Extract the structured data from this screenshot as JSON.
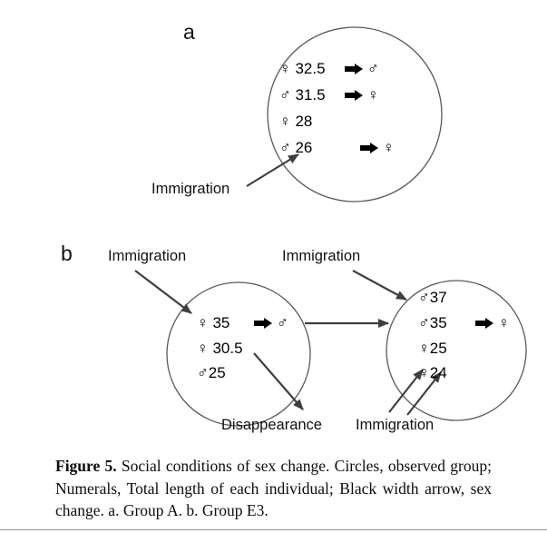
{
  "panel_a": {
    "label": "a",
    "immigration_label": "Immigration",
    "individuals": [
      {
        "text": "♀ 32.5",
        "sex_change": true,
        "new_sex": "♂"
      },
      {
        "text": "♂ 31.5",
        "sex_change": true,
        "new_sex": "♀"
      },
      {
        "text": "♀ 28",
        "sex_change": false,
        "new_sex": ""
      },
      {
        "text": "♂ 26",
        "sex_change": true,
        "new_sex": "♀"
      }
    ]
  },
  "panel_b": {
    "label": "b",
    "immigration_left_label": "Immigration",
    "immigration_right_label": "Immigration",
    "immigration_bottom_label": "Immigration",
    "disappearance_label": "Disappearance",
    "left_group": [
      {
        "text": "♀ 35",
        "sex_change": true,
        "new_sex": "♂"
      },
      {
        "text": "♀ 30.5",
        "sex_change": false,
        "new_sex": ""
      },
      {
        "text": "♂25",
        "sex_change": false,
        "new_sex": ""
      }
    ],
    "right_group": [
      {
        "text": "♂37",
        "sex_change": false,
        "new_sex": ""
      },
      {
        "text": "♂35",
        "sex_change": true,
        "new_sex": "♀"
      },
      {
        "text": "♀25",
        "sex_change": false,
        "new_sex": ""
      },
      {
        "text": "♀24",
        "sex_change": false,
        "new_sex": ""
      }
    ]
  },
  "icons": {
    "sex_change_arrow": "black-right-width-arrow",
    "thin_arrow": "movement-arrow"
  },
  "colors": {
    "line": "#3f3f3f",
    "circle": "#595959",
    "text": "#000000"
  },
  "caption": {
    "label": "Figure 5.",
    "text": " Social conditions of sex change. Circles, observed group; Numerals, Total length of each individual; Black width arrow, sex change. a. Group A. b. Group E3."
  }
}
